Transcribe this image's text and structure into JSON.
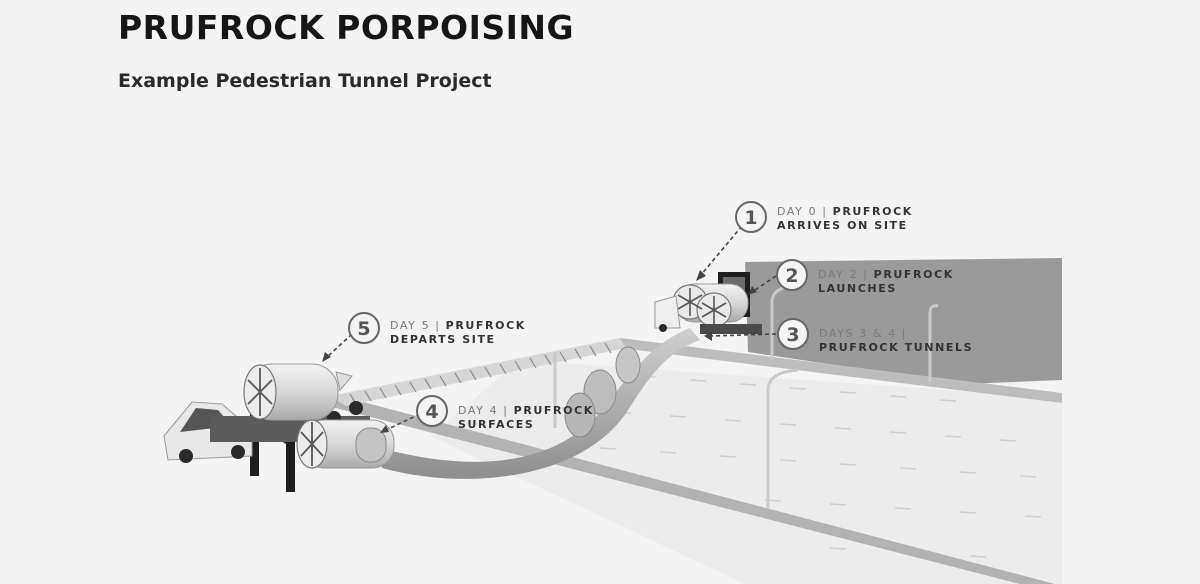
{
  "header": {
    "title": "PRUFROCK PORPOISING",
    "subtitle": "Example Pedestrian Tunnel Project"
  },
  "steps": [
    {
      "number": "1",
      "line1_prefix": "DAY 0 | ",
      "line1_bold": "PRUFROCK",
      "line2": "ARRIVES ON SITE"
    },
    {
      "number": "2",
      "line1_prefix": "DAY 2 | ",
      "line1_bold": "PRUFROCK",
      "line2": "LAUNCHES"
    },
    {
      "number": "3",
      "line1_prefix": "DAYS 3 & 4 | ",
      "line1_bold": "",
      "line2": "PRUFROCK TUNNELS"
    },
    {
      "number": "4",
      "line1_prefix": "DAY 4 | ",
      "line1_bold": "PRUFROCK",
      "line2": "SURFACES"
    },
    {
      "number": "5",
      "line1_prefix": "DAY 5 | ",
      "line1_bold": "PRUFROCK",
      "line2": "DEPARTS SITE"
    }
  ],
  "colors": {
    "background": "#f4f4f4",
    "road": "#ececec",
    "launch_pad": "#9a9a9a",
    "machine": "#e6e6e6",
    "frame": "#1e1e1e"
  }
}
